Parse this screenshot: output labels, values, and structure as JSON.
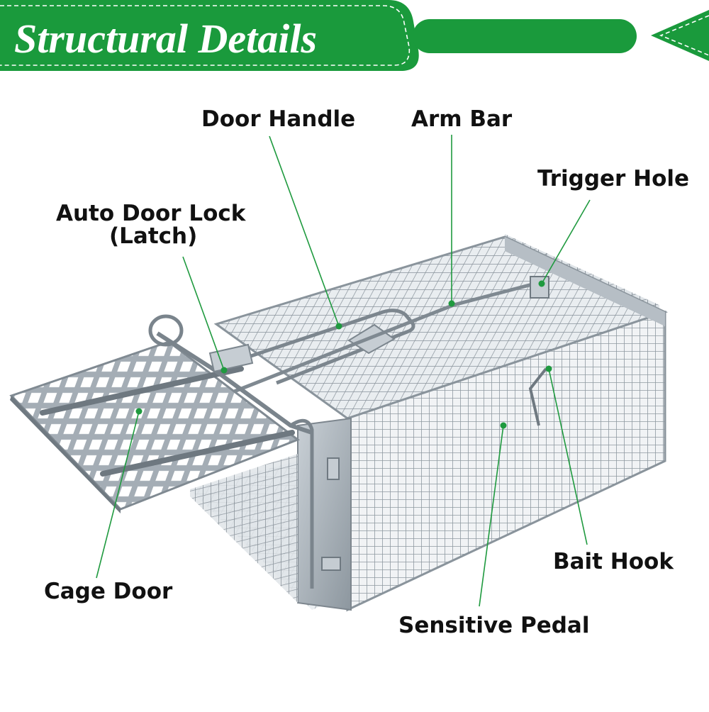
{
  "banner": {
    "title": "Structural Details",
    "color": "#1a9a3c"
  },
  "labels": {
    "door_handle": "Door Handle",
    "arm_bar": "Arm Bar",
    "trigger_hole": "Trigger Hole",
    "auto_door_lock_line1": "Auto Door Lock",
    "auto_door_lock_line2": "(Latch)",
    "cage_door": "Cage Door",
    "bait_hook": "Bait Hook",
    "sensitive_pedal": "Sensitive Pedal"
  },
  "colors": {
    "leader_line": "#1f9a3f",
    "cage_metal": "#9aa4ac"
  }
}
